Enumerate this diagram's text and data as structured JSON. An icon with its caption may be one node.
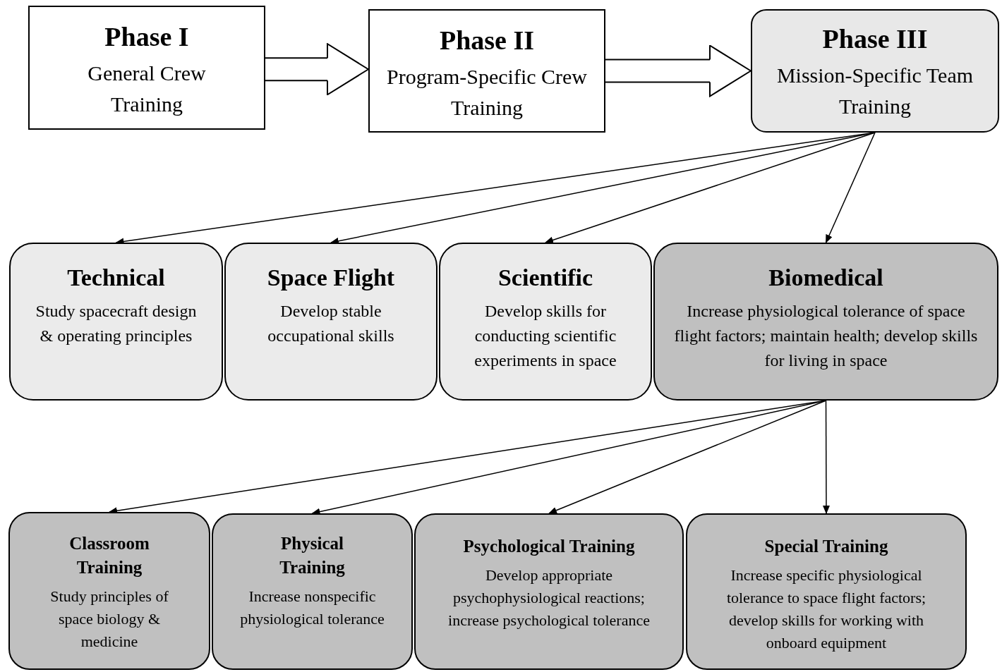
{
  "diagram": {
    "nodes": [
      {
        "text": [
          "Phase I",
          "General Crew Training"
        ]
      },
      {
        "text": [
          "Phase II",
          "Program-Specific Crew Training"
        ]
      },
      {
        "text": [
          "Phase III",
          "Mission-Specific Team Training"
        ]
      },
      {
        "text": [
          "Technical",
          "Study spacecraft design & operating principles"
        ]
      },
      {
        "text": [
          "Space Flight",
          "Develop stable occupational skills"
        ]
      },
      {
        "text": [
          "Scientific",
          "Develop skills for conducting scientific experiments in space"
        ]
      },
      {
        "text": [
          "Biomedical",
          "Increase physiological tolerance of space flight factors; maintain health; develop skills for living in space"
        ]
      },
      {
        "text": [
          "Classroom Training",
          "Study principles of space biology & medicine"
        ]
      },
      {
        "text": [
          "Physical Training",
          "Increase nonspecific physiological tolerance"
        ]
      },
      {
        "text": [
          "Psychological Training",
          "Develop appropriate psychophysiological reactions; increase psychological tolerance"
        ]
      },
      {
        "text": [
          "Special Training",
          "Increase specific physiological tolerance to space flight factors; develop skills for working with onboard equipment"
        ]
      }
    ],
    "edges": [
      {
        "from": 0,
        "to": 1,
        "arrow": "to",
        "style": "thick"
      },
      {
        "from": 1,
        "to": 2,
        "arrow": "to",
        "style": "thick"
      },
      {
        "from": 2,
        "to": 3,
        "arrow": "to"
      },
      {
        "from": 2,
        "to": 4,
        "arrow": "to"
      },
      {
        "from": 2,
        "to": 5,
        "arrow": "to"
      },
      {
        "from": 2,
        "to": 6,
        "arrow": "to"
      },
      {
        "from": 6,
        "to": 7,
        "arrow": "to"
      },
      {
        "from": 6,
        "to": 8,
        "arrow": "to"
      },
      {
        "from": 6,
        "to": 9,
        "arrow": "to"
      },
      {
        "from": 6,
        "to": 10,
        "arrow": "to"
      }
    ]
  }
}
